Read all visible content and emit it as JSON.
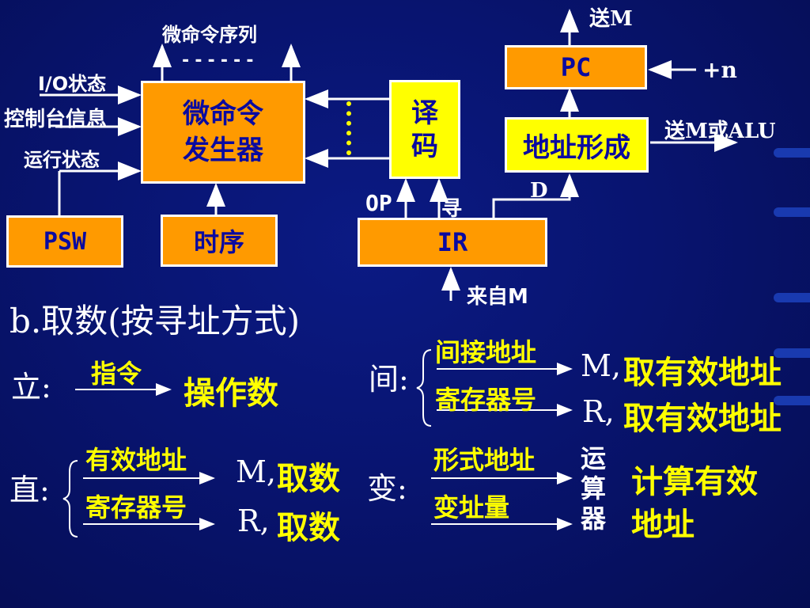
{
  "diagram": {
    "micro_seq": "微命令序列",
    "dashes": "------",
    "io_state": "I/O状态",
    "console_info": "控制台信息",
    "run_state": "运行状态",
    "mcg_line1": "微命令",
    "mcg_line2": "发生器",
    "decode_line1": "译",
    "decode_line2": "码",
    "psw": "PSW",
    "timing": "时序",
    "op": "OP",
    "seek": "寻",
    "ir": "IR",
    "from_m": "来自M",
    "pc": "PC",
    "send_m": "送M",
    "plus_n": "+n",
    "addr_form": "地址形成",
    "send_m_alu": "送M或ALU",
    "d": "D"
  },
  "section": {
    "title": "b.取数(按寻址方式)",
    "immediate": {
      "label": "立:",
      "over": "指令",
      "result": "操作数"
    },
    "direct": {
      "label": "直:",
      "top": "有效地址",
      "bottom": "寄存器号",
      "r1_prefix": "M,",
      "r1": "取数",
      "r2_prefix": "R,",
      "r2": "取数"
    },
    "indirect": {
      "label": "间:",
      "top": "间接地址",
      "bottom": "寄存器号",
      "r1_prefix": "M,",
      "r1": "取有效地址",
      "r2_prefix": "R,",
      "r2": "取有效地址"
    },
    "indexed": {
      "label": "变:",
      "top": "形式地址",
      "bottom": "变址量",
      "alu1": "运",
      "alu2": "算",
      "alu3": "器",
      "r1": "计算有效",
      "r2": "地址"
    }
  },
  "colors": {
    "background": "#081470",
    "orange": "#ff9a00",
    "yellow": "#ffff00",
    "box_text": "#0a0aa0",
    "text": "#ffffff"
  }
}
